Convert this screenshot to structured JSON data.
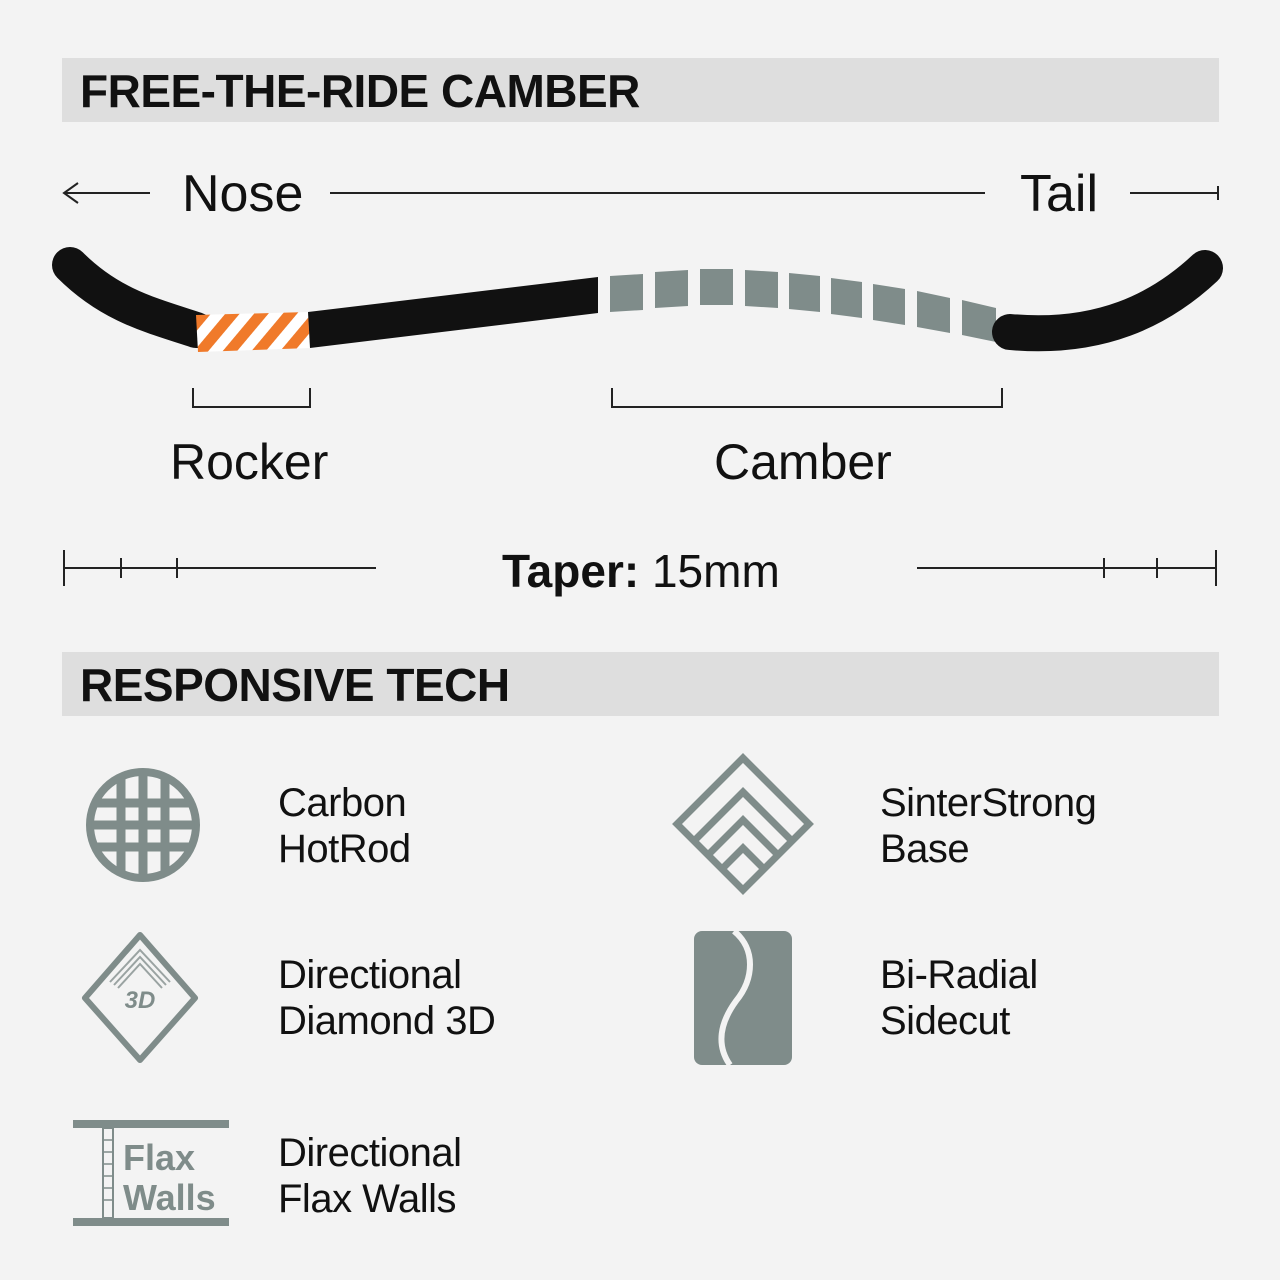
{
  "sections": {
    "camber_title": "FREE-THE-RIDE CAMBER",
    "tech_title": "RESPONSIVE TECH"
  },
  "profile": {
    "nose_label": "Nose",
    "tail_label": "Tail",
    "rocker_label": "Rocker",
    "camber_label": "Camber",
    "taper_label": "Taper:",
    "taper_value": "15mm"
  },
  "tech": [
    {
      "line1": "Carbon",
      "line2": "HotRod",
      "icon": "carbon-grid-icon"
    },
    {
      "line1": "SinterStrong",
      "line2": "Base",
      "icon": "chevron-diamond-icon"
    },
    {
      "line1": "Directional",
      "line2": "Diamond 3D",
      "icon": "diamond-3d-icon",
      "icon_text": "3D"
    },
    {
      "line1": "Bi-Radial",
      "line2": "Sidecut",
      "icon": "sidecut-icon"
    },
    {
      "line1": "Directional",
      "line2": "Flax Walls",
      "icon": "flax-walls-icon",
      "icon_text_1": "Flax",
      "icon_text_2": "Walls"
    }
  ],
  "colors": {
    "board": "#111111",
    "rocker_stripe": "#f07a2a",
    "camber_segment": "#7f8c8a",
    "icon_grey": "#7f8c8a",
    "section_bar": "#dedede",
    "background": "#f3f3f3"
  }
}
